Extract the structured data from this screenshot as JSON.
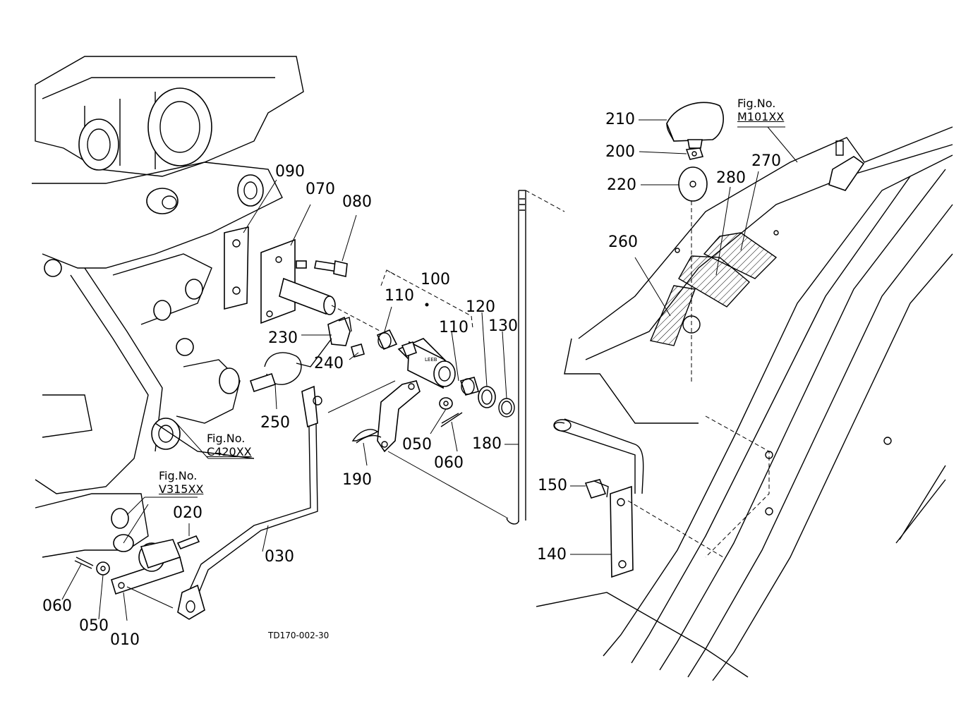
{
  "diagram": {
    "doc_id": "TD170-002-30",
    "colors": {
      "line": "#000000",
      "background": "#ffffff"
    },
    "part_labels": {
      "p010": "010",
      "p020": "020",
      "p030": "030",
      "p050a": "050",
      "p050b": "050",
      "p060a": "060",
      "p060b": "060",
      "p070": "070",
      "p080": "080",
      "p090": "090",
      "p100": "100",
      "p110a": "110",
      "p110b": "110",
      "p120": "120",
      "p130": "130",
      "p140": "140",
      "p150": "150",
      "p180": "180",
      "p190": "190",
      "p200": "200",
      "p210": "210",
      "p220": "220",
      "p230": "230",
      "p240": "240",
      "p250": "250",
      "p260": "260",
      "p270": "270",
      "p280": "280"
    },
    "fig_refs": {
      "c420": {
        "label": "Fig.No.",
        "code": "C420XX"
      },
      "v315": {
        "label": "Fig.No.",
        "code": "V315XX"
      },
      "m101": {
        "label": "Fig.No.",
        "code": "M101XX"
      }
    }
  }
}
